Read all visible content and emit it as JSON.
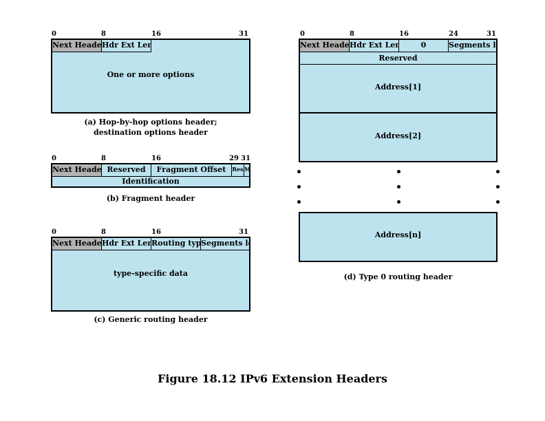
{
  "hop": {
    "bits": [
      "0",
      "8",
      "16",
      "31"
    ],
    "next_header": "Next Header",
    "hdr_ext_len": "Hdr Ext Len",
    "body": "One or more options",
    "caption_line1": "(a) Hop-by-hop options header;",
    "caption_line2": "destination options header"
  },
  "fragment": {
    "bits": [
      "0",
      "8",
      "16",
      "29",
      "31"
    ],
    "next_header": "Next Header",
    "reserved": "Reserved",
    "offset": "Fragment Offset",
    "res": "Res",
    "m": "M",
    "identification": "Identification",
    "caption": "(b) Fragment header"
  },
  "generic": {
    "bits": [
      "0",
      "8",
      "16",
      "31"
    ],
    "next_header": "Next Header",
    "hdr_ext_len": "Hdr Ext Len",
    "routing_type": "Routing type",
    "segments_left": "Segments left",
    "body": "type-specific data",
    "caption": "(c) Generic routing header"
  },
  "type0": {
    "bits": [
      "0",
      "8",
      "16",
      "24",
      "31"
    ],
    "next_header": "Next Header",
    "hdr_ext_len": "Hdr Ext Len",
    "zero": "0",
    "segments_left": "Segments left",
    "reserved": "Reserved",
    "address1": "Address[1]",
    "address2": "Address[2]",
    "addressn": "Address[n]",
    "caption": "(d) Type 0 routing header"
  },
  "figure_title": "Figure 18.12  IPv6 Extension Headers"
}
